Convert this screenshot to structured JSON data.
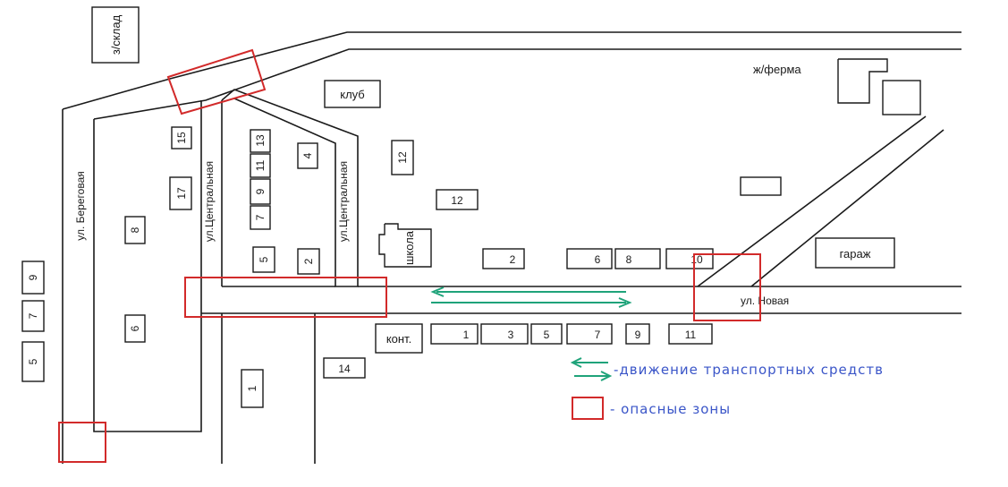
{
  "colors": {
    "danger": "#d22a2a",
    "traffic": "#1fa37a",
    "legend_text": "#3a55c8",
    "ink": "#1a1a1a"
  },
  "places": {
    "warehouse": "з/склад",
    "farm": "ж/ферма",
    "club": "клуб",
    "school": "школа",
    "garage": "гараж",
    "office": "конт."
  },
  "streets": {
    "beregovaya": "ул. Береговая",
    "centralnaya_1": "ул.Центральная",
    "centralnaya_2": "ул.Центральная",
    "novaya": "ул. Новая"
  },
  "houses": {
    "h15": "15",
    "h17": "17",
    "h8": "8",
    "h6": "6",
    "h13": "13",
    "h11": "11",
    "h9": "9",
    "h7": "7",
    "h5": "5",
    "h4": "4",
    "h2": "2",
    "h12v": "12",
    "h12": "12",
    "h2b": "2",
    "h6b": "6",
    "h8b": "8",
    "h10": "10",
    "h1": "1",
    "h3": "3",
    "h5b": "5",
    "h7b": "7",
    "h9b": "9",
    "h11b": "11",
    "h14": "14",
    "h1b": "1",
    "far9": "9",
    "far7": "7",
    "far5": "5"
  },
  "legend": {
    "traffic_label": "-движение транспортных средств",
    "danger_label": "- опасные зоны",
    "traffic_icon": "double-arrow-icon",
    "danger_icon": "red-square-icon"
  }
}
